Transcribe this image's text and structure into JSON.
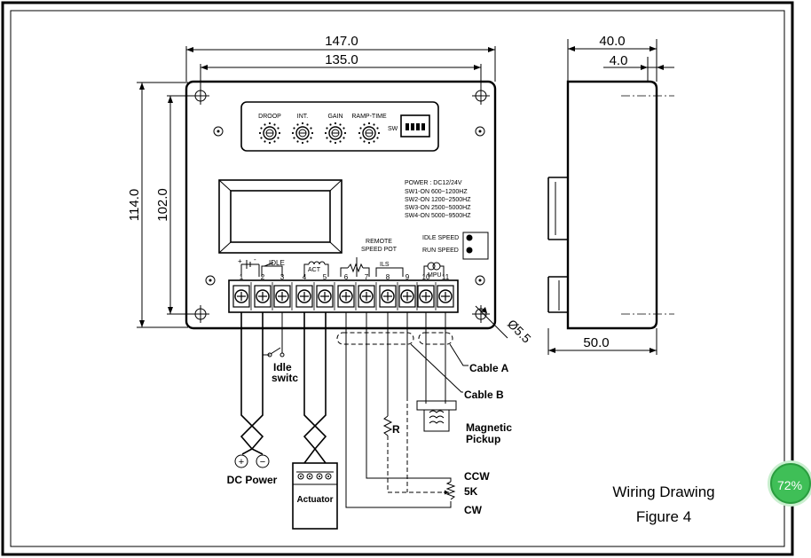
{
  "dimensions": {
    "width_total": "147.0",
    "width_holes": "135.0",
    "height_total": "114.0",
    "height_holes": "102.0",
    "side_depth": "40.0",
    "side_offset": "4.0",
    "side_width": "50.0",
    "hole_dia": "Ø5.5"
  },
  "pots": [
    "DROOP",
    "INT.",
    "GAIN",
    "RAMP-TIME"
  ],
  "switch_label": "SW",
  "power_spec": [
    "POWER : DC12/24V",
    "SW1-ON   600~1200HZ",
    "SW2-ON  1200~2500HZ",
    "SW3-ON  2500~5000HZ",
    "SW4-ON  5000~9500HZ"
  ],
  "speed_labels": {
    "idle": "IDLE SPEED",
    "run": "RUN SPEED"
  },
  "terminal_numbers": [
    "1",
    "2",
    "3",
    "4",
    "5",
    "6",
    "7",
    "8",
    "9",
    "10",
    "11"
  ],
  "terminal_labels": {
    "idle": "IDLE",
    "act": "ACT",
    "remote_line1": "REMOTE",
    "remote_line2": "SPEED POT",
    "ils": "ILS",
    "mpu": "MPU",
    "plus": "+",
    "minus": "-"
  },
  "wiring_labels": {
    "idle_switch_line1": "Idle",
    "idle_switch_line2": "switc",
    "dc_power": "DC Power",
    "actuator": "Actuator",
    "cable_a": "Cable A",
    "cable_b": "Cable B",
    "magnetic_line1": "Magnetic",
    "magnetic_line2": "Pickup",
    "resistor": "R",
    "ccw": "CCW",
    "pot_value": "5K",
    "cw": "CW",
    "plus_symbol": "+",
    "minus_symbol": "−"
  },
  "caption": {
    "line1": "Wiring Drawing",
    "line2": "Figure 4"
  },
  "badge": {
    "text": "72%",
    "color": "#3fbf57"
  }
}
